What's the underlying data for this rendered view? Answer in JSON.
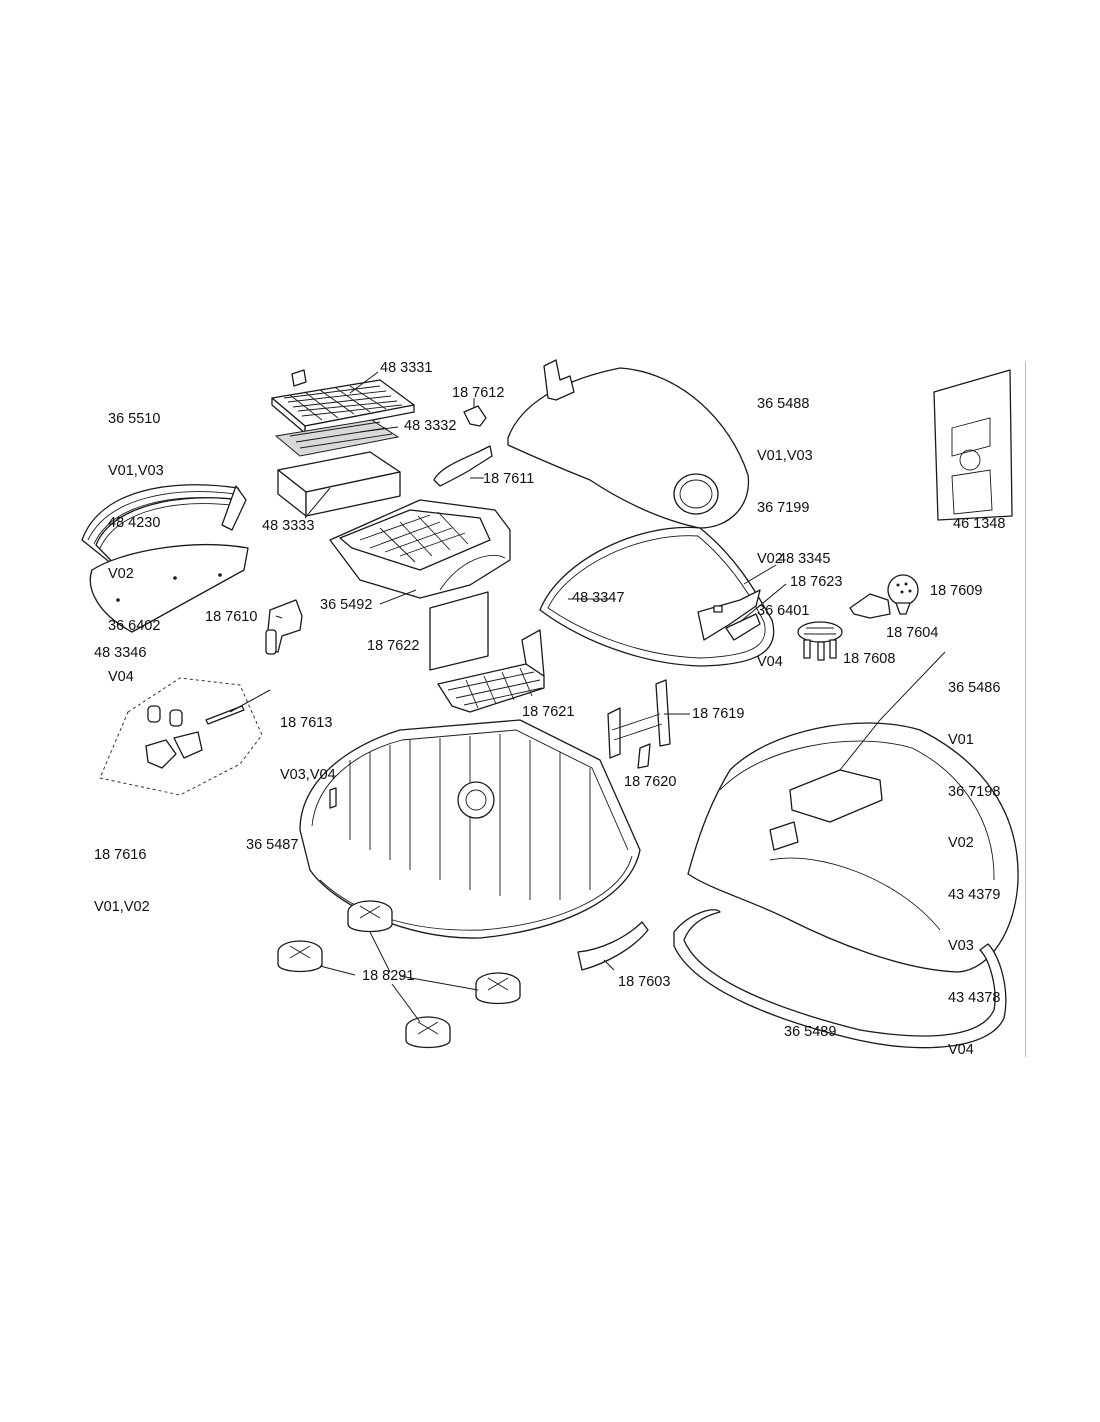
{
  "labels": {
    "l_365510": [
      "36 5510",
      "V01,V03",
      "48 4230",
      "V02",
      "36 6402",
      "V04"
    ],
    "l_483331": "48 3331",
    "l_187612": "18 7612",
    "l_483332": "48 3332",
    "l_187611": "18 7611",
    "l_483333": "48 3333",
    "l_365492": "36 5492",
    "l_187610": "18 7610",
    "l_483346": "48 3346",
    "l_187622": "18 7622",
    "l_187621": "18 7621",
    "l_483347": "48 3347",
    "l_365488": [
      "36 5488",
      "V01,V03",
      "36 7199",
      "V02",
      "36 6401",
      "V04"
    ],
    "l_461348": "46 1348",
    "l_483345": "48 3345",
    "l_187623": "18 7623",
    "l_187609": "18 7609",
    "l_187604": "18 7604",
    "l_187608": "18 7608",
    "l_365486": [
      "36 5486",
      "V01",
      "36 7198",
      "V02",
      "43 4379",
      "V03",
      "43 4378",
      "V04"
    ],
    "l_187613": [
      "18 7613",
      "V03,V04"
    ],
    "l_187616": [
      "18 7616",
      "V01,V02"
    ],
    "l_187619": "18 7619",
    "l_187620": "18 7620",
    "l_365487": "36 5487",
    "l_188291": "18 8291",
    "l_187603": "18 7603",
    "l_365489": "36 5489"
  }
}
